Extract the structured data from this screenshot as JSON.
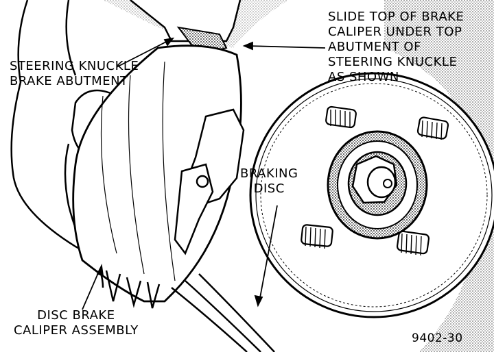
{
  "labels": {
    "knuckle_abutment": "STEERING KNUCKLE\nBRAKE ABUTMENT",
    "slide_instruction": "SLIDE TOP OF BRAKE\nCALIPER UNDER TOP\nABUTMENT OF\nSTEERING KNUCKLE\nAS SHOWN",
    "braking_disc": "BRAKING\nDISC",
    "caliper_assembly": "DISC BRAKE\nCALIPER ASSEMBLY",
    "figure_number": "9402-30"
  },
  "colors": {
    "ink": "#000000",
    "paper": "#ffffff",
    "shade": "#bdbdbd"
  }
}
